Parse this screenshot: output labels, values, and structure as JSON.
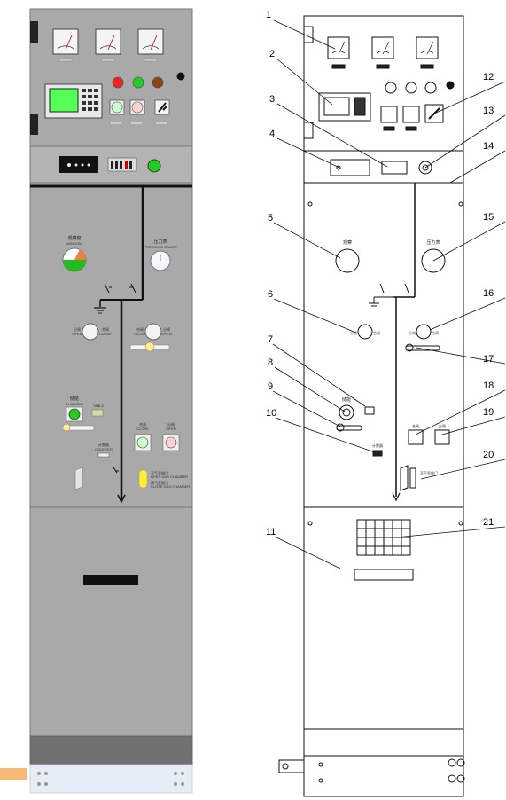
{
  "left_panel": {
    "labels": {
      "observation": "观察窗",
      "observation_en": "WINDOW",
      "pressure": "压力表",
      "pressure_en": "PRESSURE GAUGE",
      "open1": "分闸",
      "open1_en": "OPEN",
      "close1": "合闸",
      "close1_en": "CLOSE",
      "close2": "合闸",
      "close2_en": "CLOSE",
      "open2": "分闸",
      "open2_en": "OPEN",
      "storage": "储能",
      "storage_en": "CHARGED",
      "close3": "合闸",
      "close3_en": "CLOSE",
      "open3": "分闸",
      "open3_en": "OPEN",
      "counter": "计数器",
      "counter_en": "COUNTER",
      "door1": "开气室舱门",
      "door1_en": "OPEN GAS CHAMBER",
      "door2": "闭气室舱门",
      "door2_en": "CLOSE GAS CHAMBER",
      "indicator": "TABLE"
    }
  },
  "right_panel": {
    "callouts": [
      "1",
      "2",
      "3",
      "4",
      "5",
      "6",
      "7",
      "8",
      "9",
      "10",
      "11",
      "12",
      "13",
      "14",
      "15",
      "16",
      "17",
      "18",
      "19",
      "20",
      "21"
    ],
    "labels": {
      "obs": "观察",
      "gauge": "压力表",
      "op_left": "分闸",
      "op_right": "合闸",
      "op2_left": "分闸",
      "op2_right": "合闸",
      "charge": "储能",
      "counter": "计数器",
      "btn18": "合闸",
      "btn19": "分闸",
      "door": "开气室舱门"
    }
  },
  "colors": {
    "panel_gray": "#a9a9a9",
    "bus_black": "#111111",
    "green_lamp": "#22cc22",
    "red_lamp": "#ee2222",
    "brown_lamp": "#8b4513",
    "yellow_handle": "#ffee33",
    "display_green": "#55ff55",
    "base_blue": "#e7edf6",
    "base_orange": "#f7b97a"
  }
}
